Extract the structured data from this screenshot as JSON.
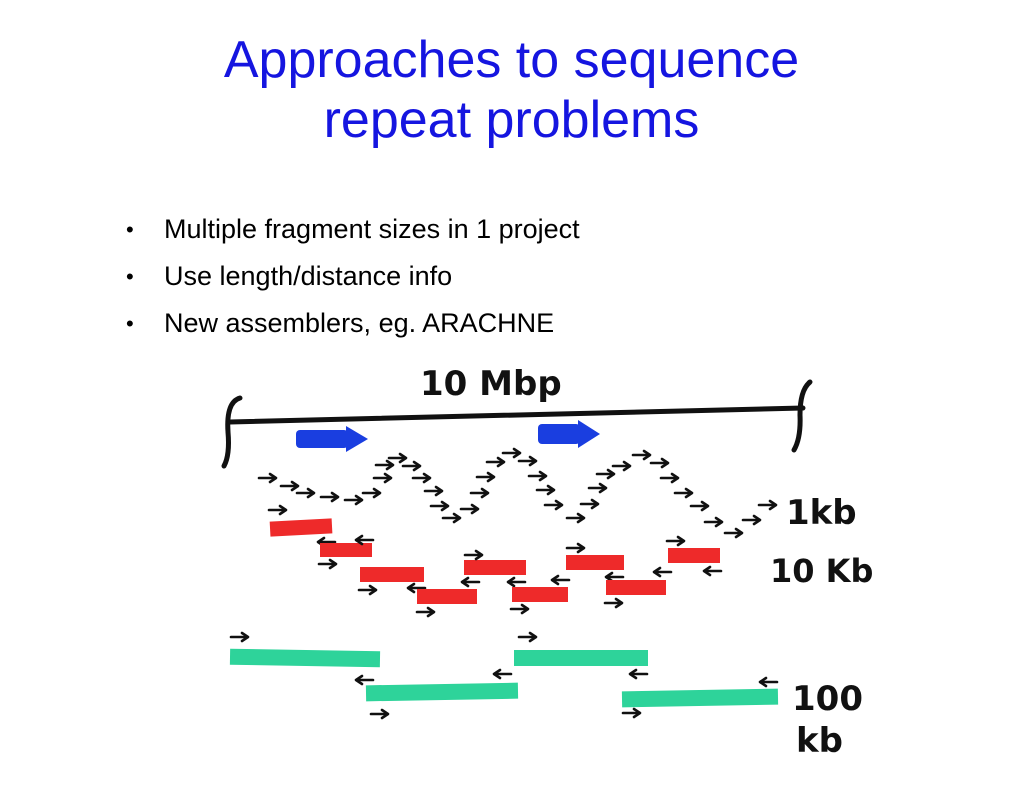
{
  "slide": {
    "title_line1": "Approaches to sequence",
    "title_line2": "repeat problems",
    "title_color": "#1515e0",
    "bullets": [
      "Multiple fragment sizes in 1 project",
      "Use length/distance info",
      "New assemblers, eg. ARACHNE"
    ]
  },
  "diagram": {
    "genome_label": "10 Mbp",
    "scale_labels": {
      "short": "1kb",
      "medium": "10 Kb",
      "long_line1": "100",
      "long_line2": "kb"
    },
    "colors": {
      "genome_line": "#111111",
      "repeat": "#1a3ee0",
      "medium_insert": "#ee2a2a",
      "long_insert": "#2ed39a"
    },
    "icons": [
      "arrow-right-icon",
      "arrow-left-icon"
    ]
  }
}
